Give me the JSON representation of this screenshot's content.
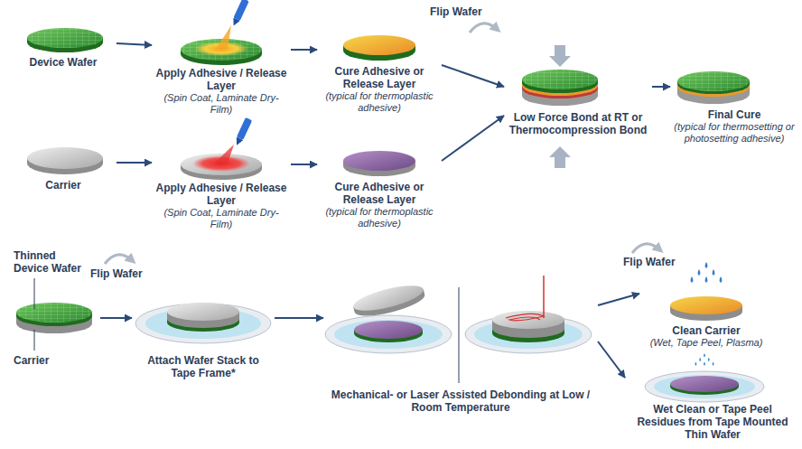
{
  "diagram": {
    "nodes": [
      {
        "text": [
          "Device Wafer"
        ]
      },
      {
        "text": [
          "Apply Adhesive / Release Layer",
          "(Spin Coat, Laminate Dry-Film)"
        ]
      },
      {
        "text": [
          "Cure Adhesive or Release Layer",
          "(typical for thermoplastic adhesive)"
        ]
      },
      {
        "text": [
          "Low Force Bond at RT or Thermocompression Bond"
        ]
      },
      {
        "text": [
          "Final Cure",
          "(typical for thermosetting or photosetting adhesive)"
        ]
      },
      {
        "text": [
          "Carrier"
        ]
      },
      {
        "text": [
          "Apply Adhesive / Release Layer",
          "(Spin Coat, Laminate Dry-Film)"
        ]
      },
      {
        "text": [
          "Cure Adhesive or Release Layer",
          "(typical for thermoplastic adhesive)"
        ]
      },
      {
        "text": [
          "Thinned Device Wafer",
          "Carrier"
        ]
      },
      {
        "text": [
          "Attach Wafer Stack to Tape Frame*"
        ]
      },
      {
        "text": [
          "Mechanical- or Laser Assisted Debonding at Low / Room Temperature"
        ]
      },
      {
        "text": [
          "Clean Carrier",
          "(Wet, Tape Peel, Plasma)"
        ]
      },
      {
        "text": [
          "Wet Clean or Tape Peel Residues from Tape Mounted Thin Wafer"
        ]
      }
    ],
    "edges": [
      {
        "from": 0,
        "to": 1,
        "arrow": "to"
      },
      {
        "from": 1,
        "to": 2,
        "arrow": "to"
      },
      {
        "from": 2,
        "to": 3,
        "arrow": "to"
      },
      {
        "from": 3,
        "to": 4,
        "arrow": "to"
      },
      {
        "from": 5,
        "to": 6,
        "arrow": "to"
      },
      {
        "from": 6,
        "to": 7,
        "arrow": "to"
      },
      {
        "from": 7,
        "to": 3,
        "arrow": "to"
      },
      {
        "from": 8,
        "to": 9,
        "arrow": "to"
      },
      {
        "from": 9,
        "to": 10,
        "arrow": "to"
      },
      {
        "from": 10,
        "to": 11,
        "arrow": "to"
      },
      {
        "from": 10,
        "to": 12,
        "arrow": "to"
      }
    ],
    "labels": [
      "Flip Wafer",
      "Flip Wafer",
      "Flip Wafer"
    ]
  }
}
